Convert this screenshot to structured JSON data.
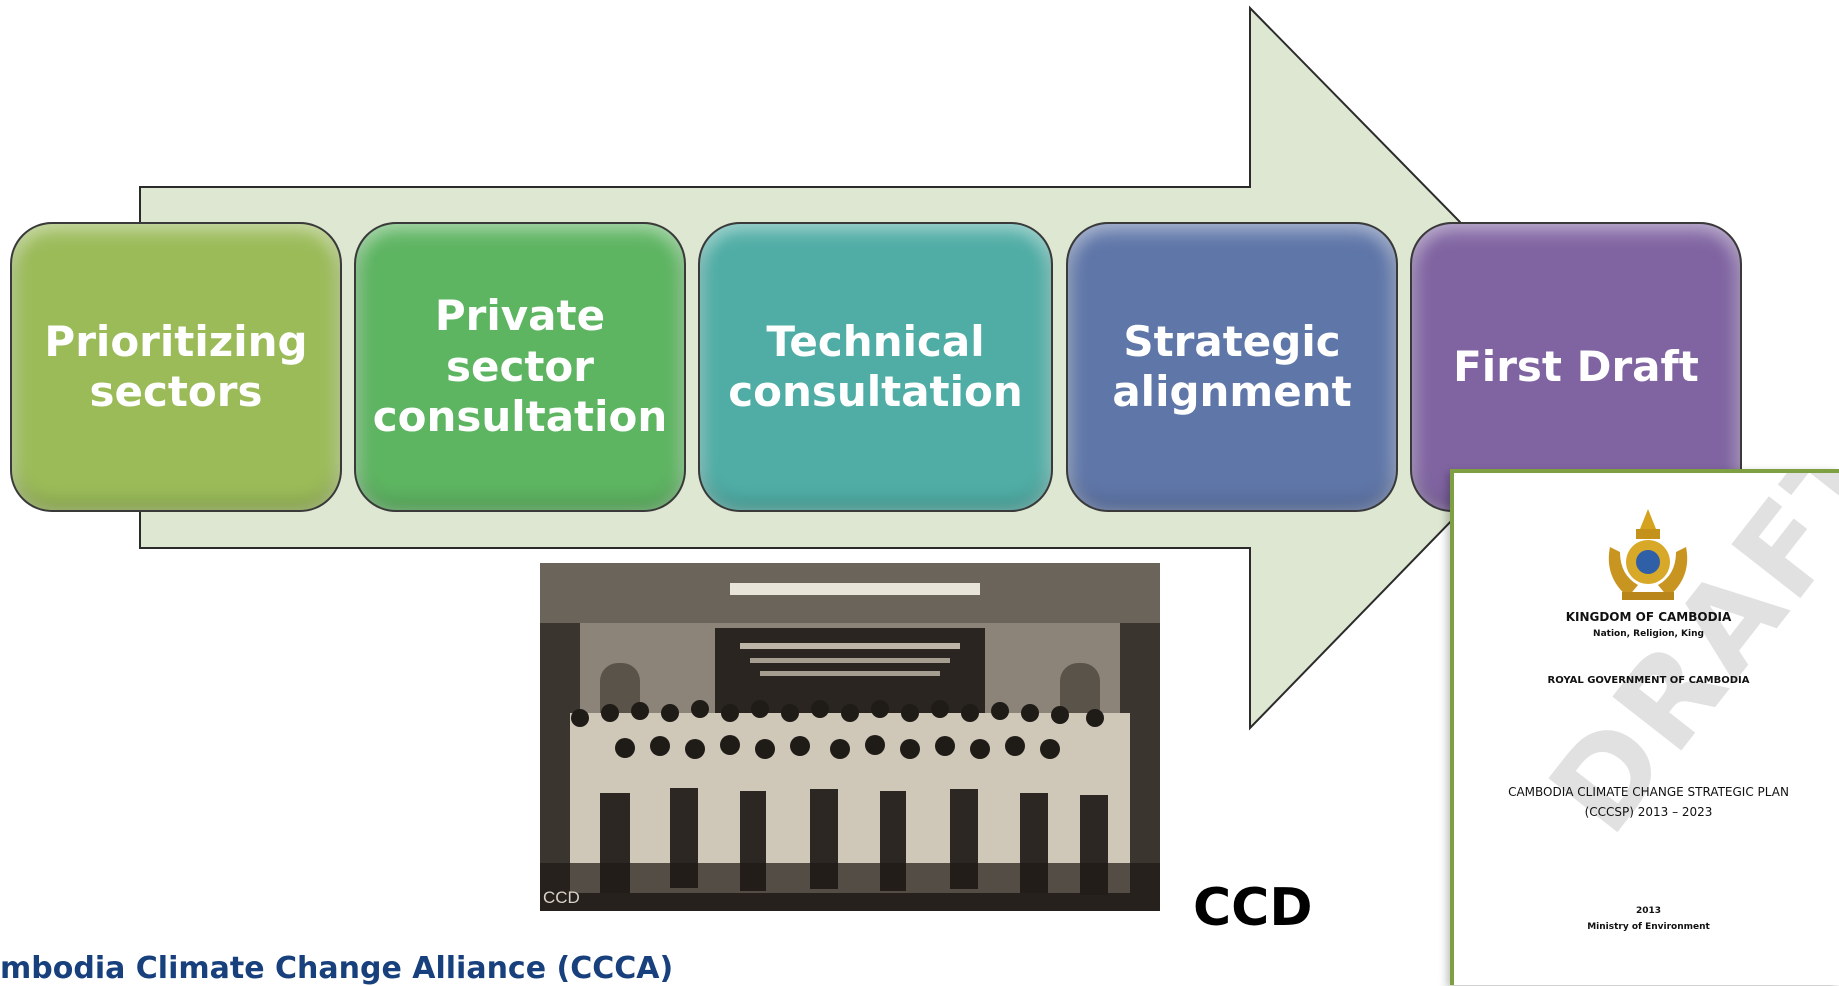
{
  "flow": {
    "steps": [
      {
        "lines": [
          "Prioritizing",
          "sectors"
        ],
        "color": "#9bbb59"
      },
      {
        "lines": [
          "Private",
          "sector",
          "consultation"
        ],
        "color": "#5db461"
      },
      {
        "lines": [
          "Technical",
          "consultation"
        ],
        "color": "#4fada5"
      },
      {
        "lines": [
          "Strategic",
          "alignment"
        ],
        "color": "#5f76a8"
      },
      {
        "lines": [
          "First Draft"
        ],
        "color": "#8064a2"
      }
    ],
    "arrow_color": "#dde7d1"
  },
  "photo": {
    "caption": "CCD"
  },
  "ccd_label": "CCD",
  "footer": {
    "alliance": "mbodia Climate Change Alliance (CCCA)"
  },
  "document": {
    "country": "KINGDOM OF CAMBODIA",
    "motto": "Nation, Religion, King",
    "government": "ROYAL GOVERNMENT OF CAMBODIA",
    "title_line1": "CAMBODIA CLIMATE CHANGE STRATEGIC PLAN",
    "title_line2": "(CCCSP) 2013 – 2023",
    "year": "2013",
    "ministry": "Ministry of Environment",
    "watermark": "DRAFT",
    "border_color": "#7fa042"
  }
}
